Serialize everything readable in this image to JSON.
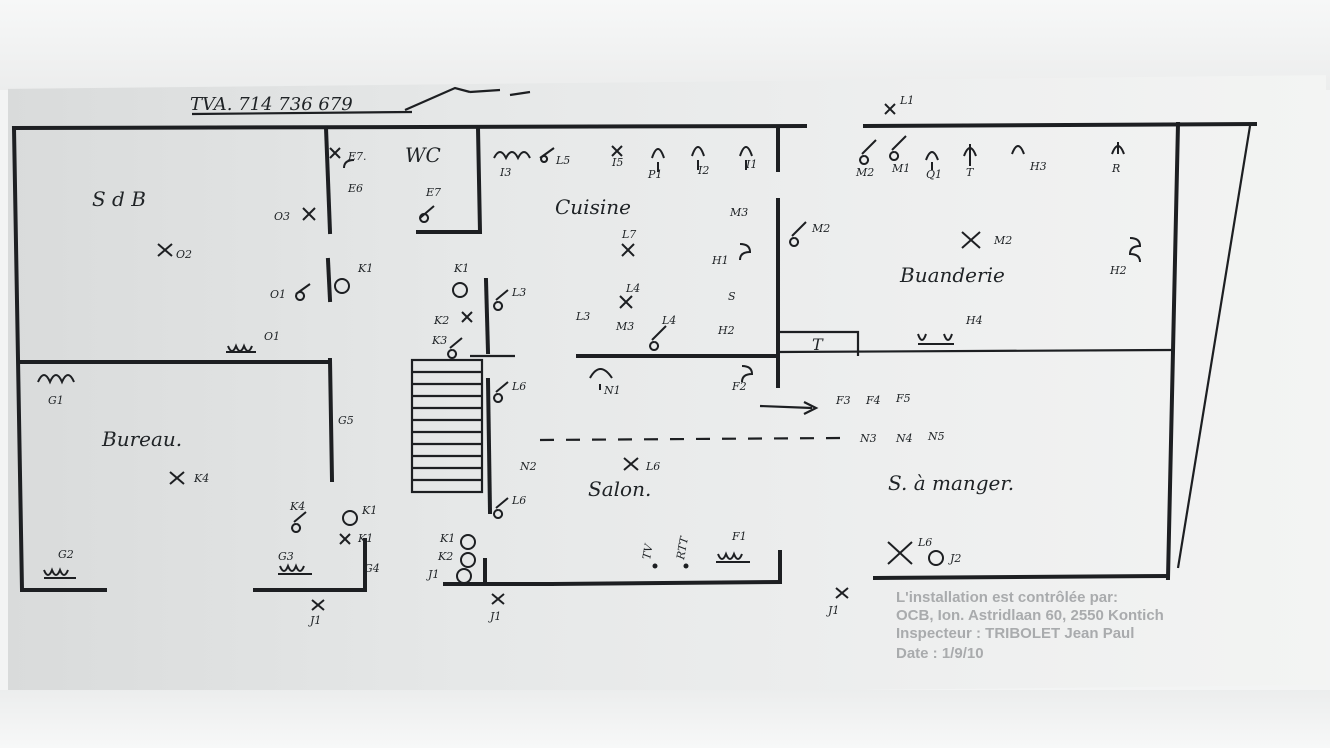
{
  "header": {
    "tva": "TVA. 714 736 679"
  },
  "rooms": {
    "sdb": "S d B",
    "wc": "WC",
    "cuisine": "Cuisine",
    "buanderie": "Buanderie",
    "bureau": "Bureau.",
    "salon": "Salon.",
    "salle_a_manger": "S. à manger."
  },
  "labels": {
    "l1": "L1",
    "e7a": "E7.",
    "e6": "E6",
    "e7b": "E7",
    "k1a": "K1",
    "k1b": "K1",
    "o3": "O3",
    "o2": "O2",
    "o1": "O1",
    "o1b": "O1",
    "i3": "I3",
    "l5": "L5",
    "i5": "I5",
    "p1": "P1",
    "i2": "I2",
    "i1": "I1",
    "m2a": "M2",
    "m1": "M1",
    "q1": "Q1",
    "t": "T",
    "h3": "H3",
    "r": "R",
    "l7": "L7",
    "h1": "H1",
    "m3a": "M3",
    "m2b": "M2",
    "m2c": "M2",
    "h2": "H2",
    "l3a": "L3",
    "l4a": "L4",
    "k2": "K2",
    "k3": "K3",
    "s": "S",
    "l3b": "L3",
    "m3b": "M3",
    "l4b": "L4",
    "h2b": "H2",
    "h4": "H4",
    "tbox": "T",
    "g1": "G1",
    "g5": "G5",
    "l6a": "L6",
    "n1": "N1",
    "f2": "F2",
    "f3": "F3",
    "f4": "F4",
    "f5": "F5",
    "n3": "N3",
    "n4": "N4",
    "n5": "N5",
    "k4": "K4",
    "n2": "N2",
    "l6b": "L6",
    "l6c": "L6",
    "k4b": "K4",
    "k1c": "K1",
    "k1d": "K1",
    "g3": "G3",
    "g4": "G4",
    "g2": "G2",
    "k1e": "K1",
    "k2b": "K2",
    "j1a": "J1",
    "tv": "TV",
    "rtt": "RTT",
    "f1": "F1",
    "l6d": "L6",
    "j2": "J2",
    "j1b": "J1",
    "j1c": "J1",
    "j1d": "J1"
  },
  "stamp": {
    "line1": "L'installation est contrôlée par:",
    "line2": "OCB, Ion. Astridlaan 60, 2550 Kontich",
    "line3": "Inspecteur : TRIBOLET Jean Paul",
    "line4": "Date : 1/9/10"
  }
}
